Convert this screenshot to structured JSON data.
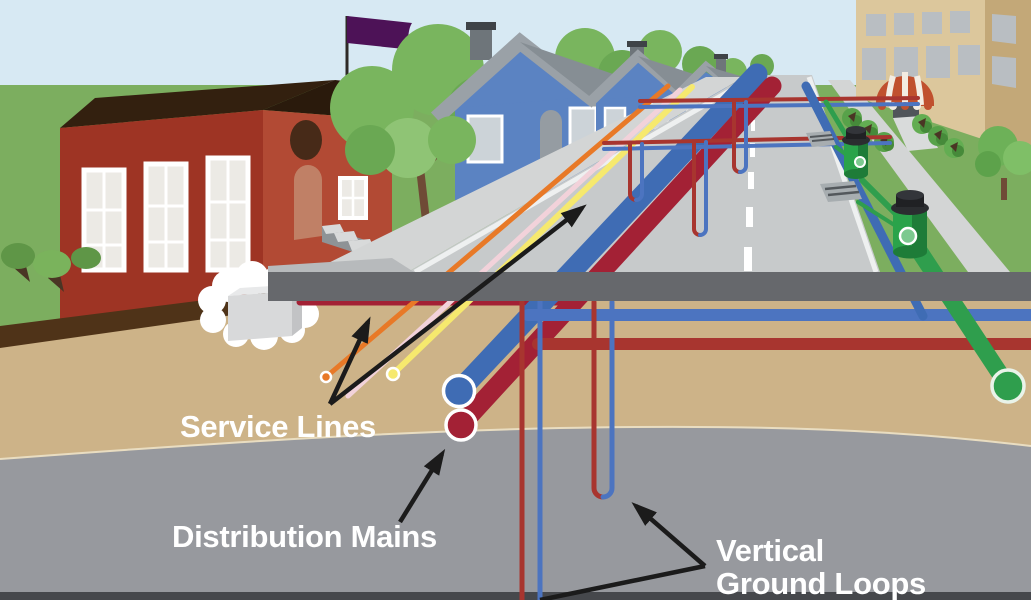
{
  "figure": {
    "labels": {
      "service_lines": "Service Lines",
      "distribution_mains": "Distribution Mains",
      "vertical_ground_loops": [
        "Vertical",
        "Ground Loops"
      ]
    },
    "legend_colors": {
      "supply_main_blue": "#3f6cb4",
      "return_main_red": "#a32135",
      "service_orange": "#e87927",
      "service_pink": "#f2d2da",
      "service_yellow": "#f6e96e",
      "sewer_green": "#2f9e4d",
      "arrow_black": "#1b1b1b",
      "label_white": "#ffffff",
      "sky": "#d7e9f3",
      "grass": "#7cae5f",
      "soil_tan": "#cdb388",
      "bedrock_gray": "#97999e",
      "street_edge_gray": "#66686c",
      "road_gray": "#c7cacb",
      "sidewalk_gray": "#d3d5d5",
      "school_brick": "#9e3424",
      "school_brick_side": "#b24a34",
      "house_blue": "#5b83c2",
      "roof_gray": "#9aa1a7",
      "building_tan": "#dcc79c",
      "building_tan_side": "#c3a878",
      "flag_purple": "#4d1257",
      "awning_red": "#c0502e",
      "soil_brown_edge": "#4f3318"
    }
  }
}
